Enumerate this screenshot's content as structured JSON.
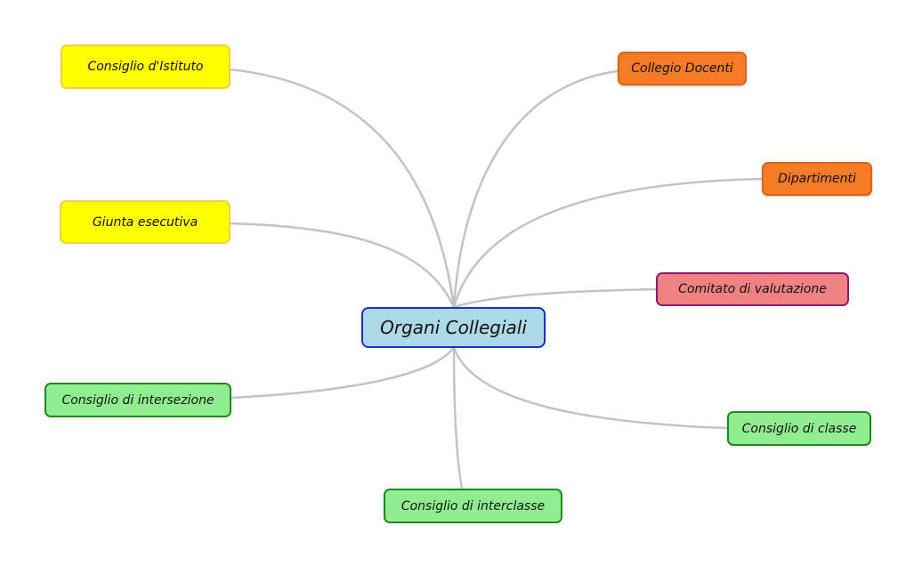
{
  "root": {
    "label": "Organi Collegiali",
    "fill": "#add8e6",
    "border": "#1431cc"
  },
  "nodes": [
    {
      "id": "consiglio-istituto",
      "label": "Consiglio d'Istituto",
      "group": "yellow"
    },
    {
      "id": "giunta-esecutiva",
      "label": "Giunta esecutiva",
      "group": "yellow"
    },
    {
      "id": "collegio-docenti",
      "label": "Collegio Docenti",
      "group": "orange"
    },
    {
      "id": "dipartimenti",
      "label": "Dipartimenti",
      "group": "orange"
    },
    {
      "id": "comitato-valutazione",
      "label": "Comitato di valutazione",
      "group": "pink"
    },
    {
      "id": "consiglio-intersezione",
      "label": "Consiglio di intersezione",
      "group": "green"
    },
    {
      "id": "consiglio-classe",
      "label": "Consiglio di classe",
      "group": "green"
    },
    {
      "id": "consiglio-interclasse",
      "label": "Consiglio di interclasse",
      "group": "green"
    }
  ],
  "colors": {
    "yellow": "#ffff00",
    "orange": "#f77b24",
    "pink": "#f28282",
    "green": "#90ee90",
    "link": "#c3c3c3"
  }
}
